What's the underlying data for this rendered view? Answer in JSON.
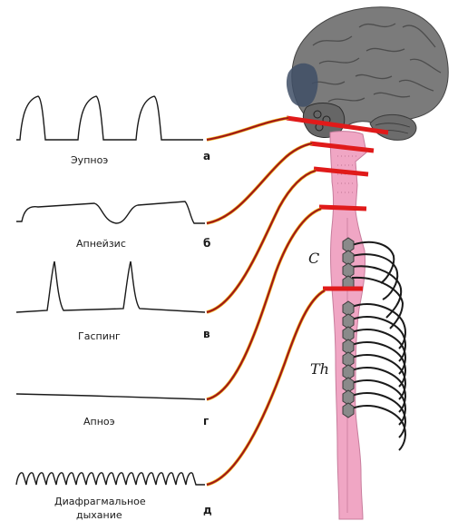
{
  "patterns": [
    {
      "name": "Эупноэ",
      "letter": "а"
    },
    {
      "name": "Апнейзис",
      "letter": "б"
    },
    {
      "name": "Гаспинг",
      "letter": "в"
    },
    {
      "name": "Апноэ",
      "letter": "г"
    },
    {
      "name_line1": "Диафрагмальное",
      "name_line2": "дыхание",
      "letter": "д"
    }
  ],
  "cord_regions": {
    "cervical": "C",
    "thoracic": "Th"
  },
  "colors": {
    "brain": "#7b7b7b",
    "brainstem_dark": "#3f4f66",
    "spinal_cord": "#f0a6c4",
    "cut_line": "#e01a1a",
    "nerve": "#a01818",
    "nerve_highlight": "#f5b400",
    "trace": "#1a1a1a"
  }
}
